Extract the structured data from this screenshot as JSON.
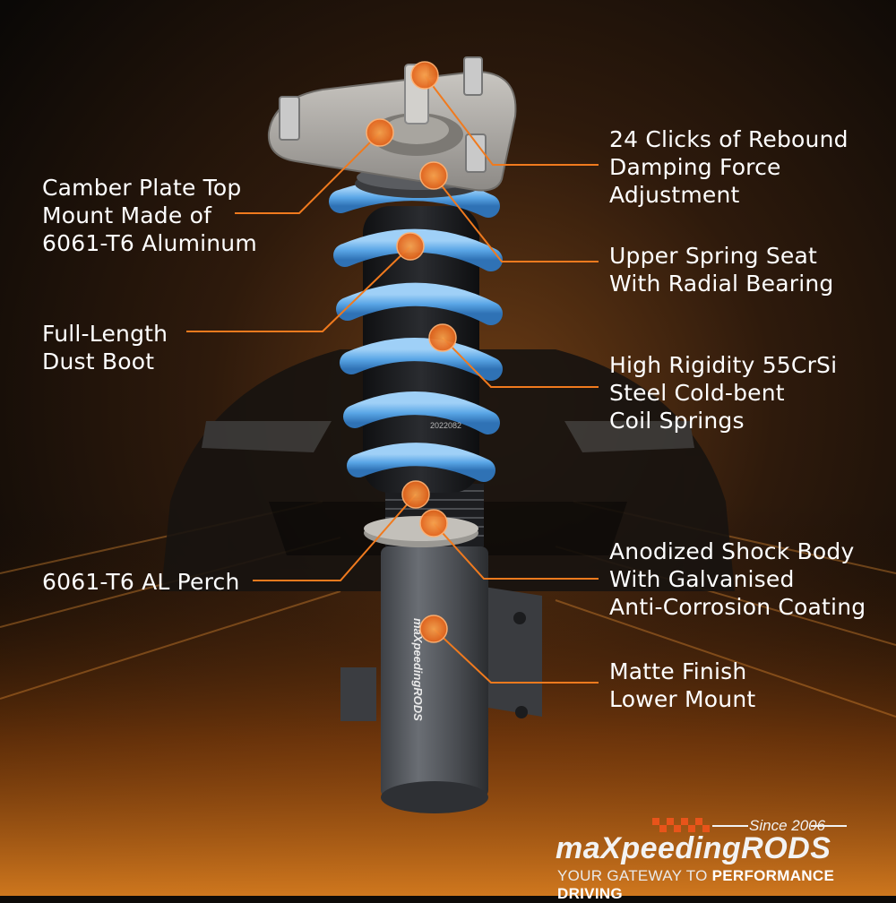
{
  "callouts": {
    "rebound": "24 Clicks of Rebound\nDamping Force\nAdjustment",
    "camber": "Camber Plate Top\nMount Made of\n6061-T6 Aluminum",
    "spring_seat": "Upper Spring Seat\nWith Radial Bearing",
    "dust_boot": "Full-Length\nDust Boot",
    "springs": "High Rigidity 55CrSi\nSteel Cold-bent\nCoil Springs",
    "shock_body": "Anodized Shock Body\nWith Galvanised\nAnti-Corrosion Coating",
    "perch": "6061-T6 AL Perch",
    "lower_mount": "Matte Finish\nLower Mount"
  },
  "brand": {
    "since": "Since 2006",
    "name": "maXpeedingRODS",
    "tagline_prefix": "YOUR GATEWAY TO ",
    "tagline_bold": "PERFORMANCE DRIVING"
  },
  "product_print": {
    "body_logo": "maXpeedingRODS",
    "body_code": "2022082"
  },
  "colors": {
    "accent_orange": "#f07a1e",
    "spring_blue": "#5aa6e6",
    "text_white": "#ffffff",
    "background": "#0d0a08"
  }
}
